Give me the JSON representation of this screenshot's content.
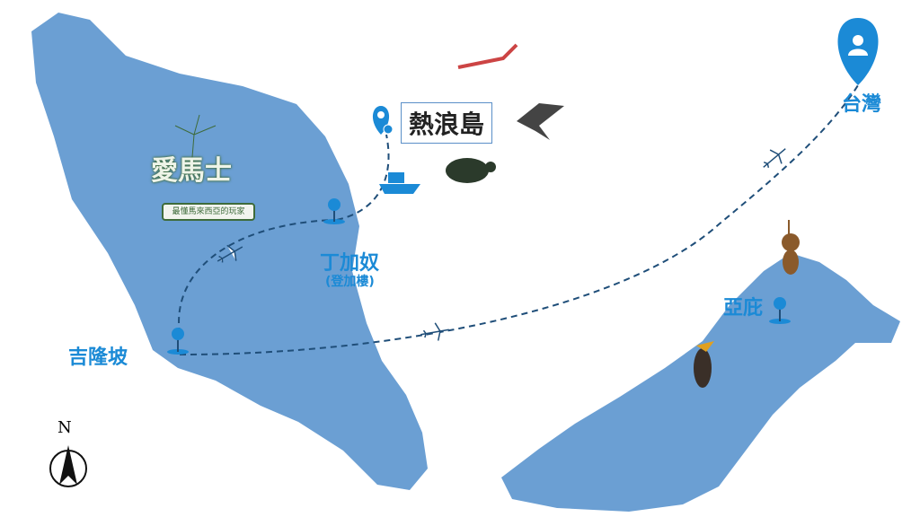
{
  "map": {
    "land_color": "#6b9fd3",
    "label_color": "#1b8ad6",
    "route_color": "#1f4e79",
    "places": {
      "kuala_lumpur": "吉隆坡",
      "terengganu": "丁加奴",
      "terengganu_alt": "(登加樓)",
      "redang": "熱浪島",
      "sabah": "亞庇",
      "taiwan": "台灣"
    },
    "logo": {
      "title": "愛馬士",
      "tagline": "最懂馬來西亞的玩家"
    },
    "compass": "N"
  }
}
